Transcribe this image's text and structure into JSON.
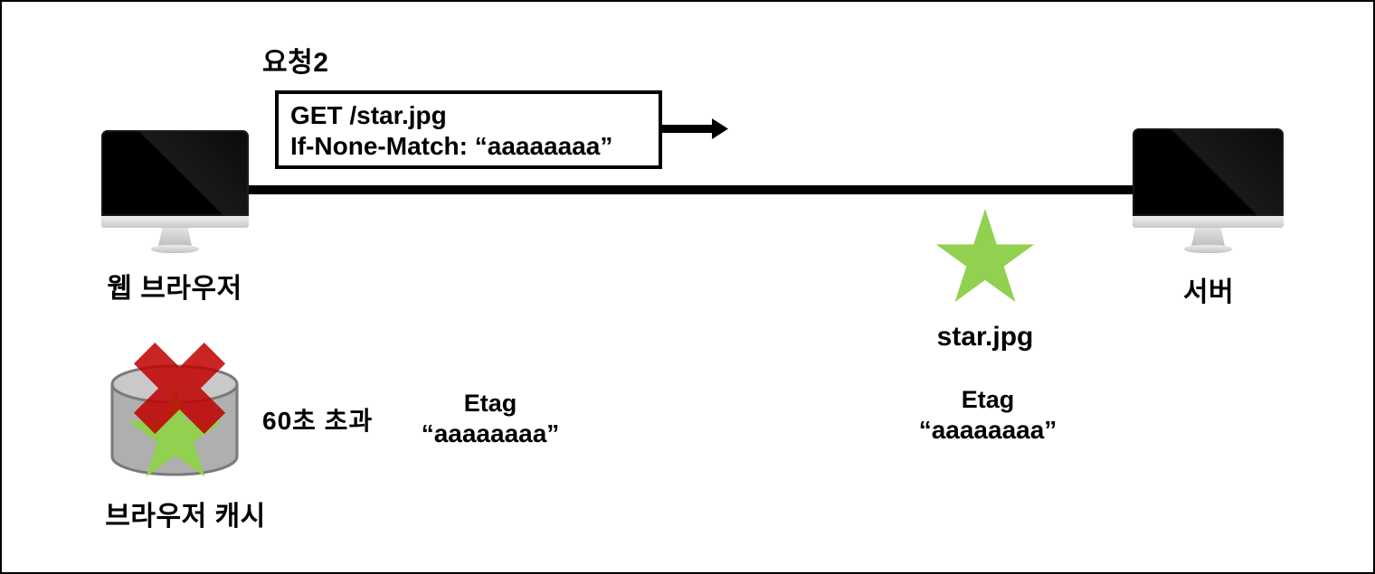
{
  "request": {
    "title": "요청2",
    "box_line1": "GET /star.jpg",
    "box_line2": "If-None-Match: “aaaaaaaa”"
  },
  "browser": {
    "label": "웹 브라우저"
  },
  "server": {
    "label": "서버"
  },
  "server_resource": {
    "filename": "star.jpg",
    "etag_label": "Etag",
    "etag_value": "“aaaaaaaa”"
  },
  "browser_cache": {
    "label": "브라우저 캐시",
    "age_note": "60초 초과",
    "etag_label": "Etag",
    "etag_value": "“aaaaaaaa”"
  },
  "colors": {
    "star_green": "#92D050",
    "x_red": "#C00000",
    "line_black": "#000000",
    "cylinder_body": "#AFAFAF",
    "cylinder_top": "#C9C9C9",
    "cylinder_stroke": "#7A7A7A"
  }
}
